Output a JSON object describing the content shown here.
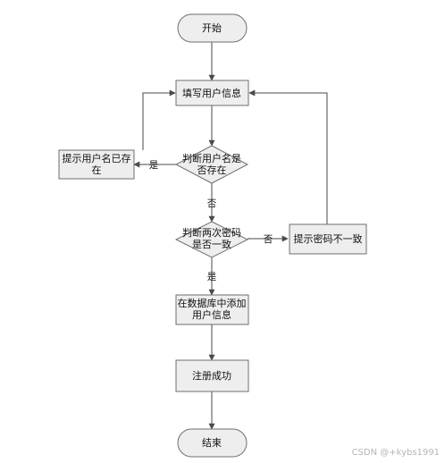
{
  "nodes": {
    "start": "开始",
    "fill_info": "填写用户信息",
    "check_username": [
      "判断用户名是",
      "否存在"
    ],
    "username_exists": [
      "提示用户名已存",
      "在"
    ],
    "check_password": [
      "判断两次密码",
      "是否一致"
    ],
    "password_mismatch": "提示密码不一致",
    "add_user": [
      "在数据库中添加",
      "用户信息"
    ],
    "register_success": "注册成功",
    "end": "结束"
  },
  "edges": {
    "username_yes": "是",
    "username_no": "否",
    "password_no": "否",
    "password_yes": "是"
  },
  "watermark": "CSDN @+kybs1991"
}
